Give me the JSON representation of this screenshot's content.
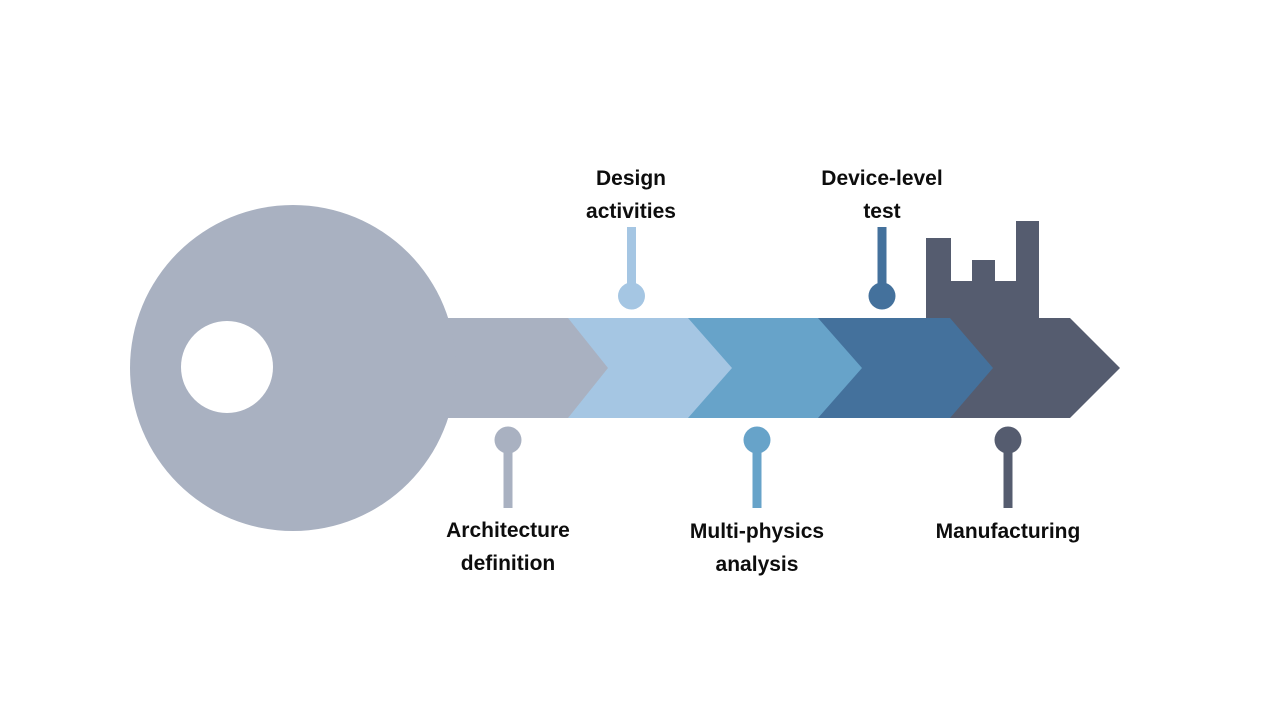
{
  "diagram": {
    "name": "key-process-diagram",
    "background": "#ffffff",
    "text_color": "#0d0d0d",
    "key": {
      "head_color": "#a9b1c1",
      "hole_color": "#ffffff"
    },
    "stages": [
      {
        "label": "Architecture definition",
        "lines": [
          "Architecture",
          "definition"
        ],
        "color": "#a9b1c1",
        "label_position": "below"
      },
      {
        "label": "Design activities",
        "lines": [
          "Design",
          "activities"
        ],
        "color": "#a5c6e3",
        "label_position": "above"
      },
      {
        "label": "Multi-physics analysis",
        "lines": [
          "Multi-physics",
          "analysis"
        ],
        "color": "#67a3c9",
        "label_position": "below"
      },
      {
        "label": "Device-level test",
        "lines": [
          "Device-level",
          "test"
        ],
        "color": "#44719c",
        "label_position": "above"
      },
      {
        "label": "Manufacturing",
        "lines": [
          "Manufacturing"
        ],
        "color": "#555c6f",
        "label_position": "below"
      }
    ]
  }
}
